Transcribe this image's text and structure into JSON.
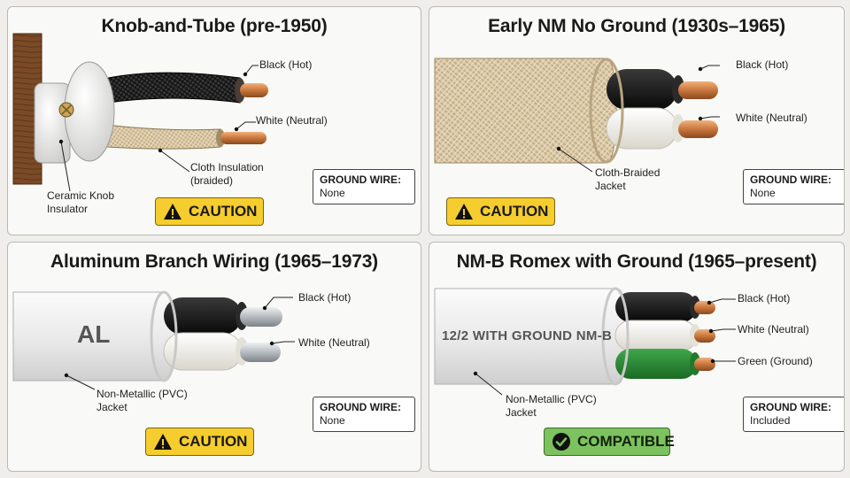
{
  "panels": [
    {
      "title": "Knob-and-Tube (pre-1950)",
      "labels": {
        "hot": "Black (Hot)",
        "neutral": "White (Neutral)",
        "insulation": "Cloth Insulation (braided)",
        "insulator": "Ceramic Knob Insulator"
      },
      "ground": {
        "heading": "GROUND WIRE:",
        "value": "None"
      },
      "badge": {
        "text": "CAUTION",
        "icon": "warning-icon",
        "color": "#f6cd2e"
      }
    },
    {
      "title": "Early NM No Ground (1930s–1965)",
      "labels": {
        "hot": "Black (Hot)",
        "neutral": "White (Neutral)",
        "jacket": "Cloth-Braided Jacket"
      },
      "ground": {
        "heading": "GROUND WIRE:",
        "value": "None"
      },
      "badge": {
        "text": "CAUTION",
        "icon": "warning-icon",
        "color": "#f6cd2e"
      }
    },
    {
      "title": "Aluminum Branch Wiring (1965–1973)",
      "cable_text": "AL",
      "labels": {
        "hot": "Black (Hot)",
        "neutral": "White (Neutral)",
        "jacket": "Non-Metallic (PVC) Jacket"
      },
      "ground": {
        "heading": "GROUND WIRE:",
        "value": "None"
      },
      "badge": {
        "text": "CAUTION",
        "icon": "warning-icon",
        "color": "#f6cd2e"
      }
    },
    {
      "title": "NM-B Romex with Ground (1965–present)",
      "cable_text": "12/2 WITH GROUND NM-B",
      "labels": {
        "hot": "Black (Hot)",
        "neutral": "White (Neutral)",
        "ground": "Green (Ground)",
        "jacket": "Non-Metallic (PVC) Jacket"
      },
      "ground": {
        "heading": "GROUND WIRE:",
        "value": "Included"
      },
      "badge": {
        "text": "COMPATIBLE",
        "icon": "check-circle-icon",
        "color": "#7cc35f"
      }
    }
  ]
}
